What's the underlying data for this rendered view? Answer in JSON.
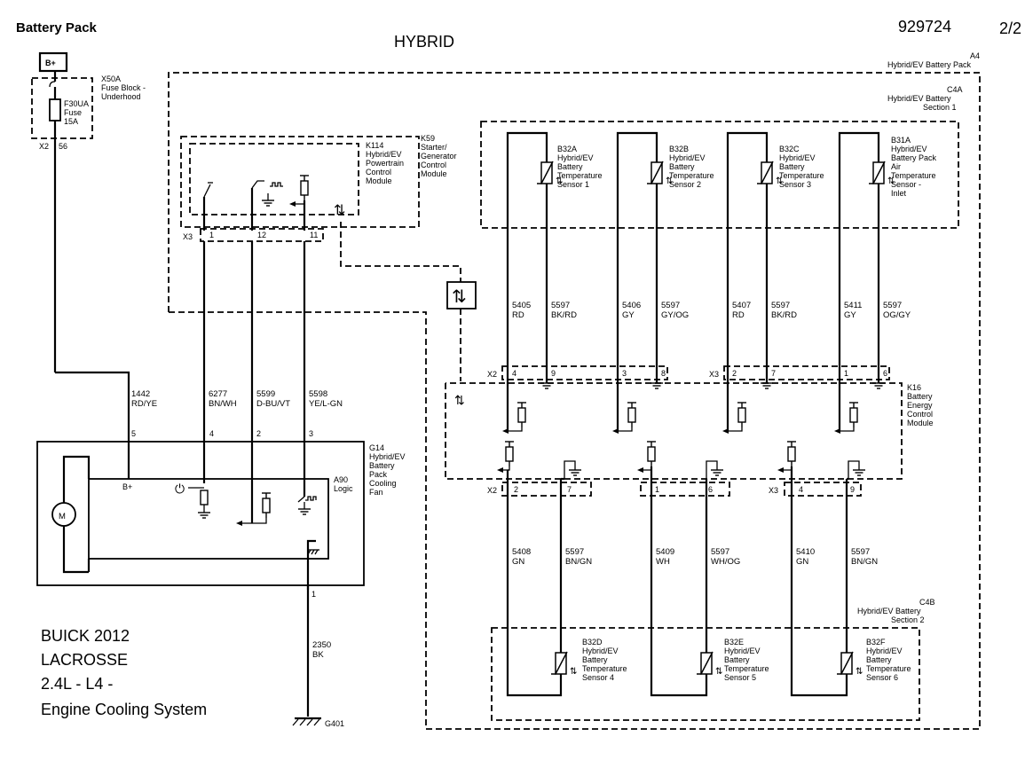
{
  "header": {
    "title": "Battery Pack",
    "center_label": "HYBRID",
    "doc_number": "929724",
    "page": "2/2"
  },
  "footer": {
    "line1": "BUICK 2012",
    "line2": "LACROSSE",
    "line3": "2.4L - L4 -",
    "line4": "Engine Cooling System"
  },
  "components": {
    "bplus_source": "B+",
    "x50a": {
      "id": "X50A",
      "name_line1": "Fuse Block -",
      "name_line2": "Underhood"
    },
    "f30ua": {
      "id": "F30UA",
      "name": "Fuse",
      "rating": "15A"
    },
    "x50a_conn": {
      "conn": "X2",
      "pin": "56"
    },
    "a4": {
      "id": "A4",
      "name": "Hybrid/EV Battery Pack"
    },
    "c4a": {
      "id": "C4A",
      "name_line1": "Hybrid/EV Battery",
      "name_line2": "Section 1"
    },
    "c4b": {
      "id": "C4B",
      "name_line1": "Hybrid/EV Battery",
      "name_line2": "Section 2"
    },
    "k114": {
      "id": "K114",
      "name_line1": "Hybrid/EV",
      "name_line2": "Powertrain",
      "name_line3": "Control",
      "name_line4": "Module"
    },
    "k59": {
      "id": "K59",
      "name_line1": "Starter/",
      "name_line2": "Generator",
      "name_line3": "Control",
      "name_line4": "Module"
    },
    "k114_conn": {
      "conn": "X3",
      "pin_a": "1",
      "pin_b": "12",
      "pin_c": "11"
    },
    "k16": {
      "id": "K16",
      "name_line1": "Battery",
      "name_line2": "Energy",
      "name_line3": "Control",
      "name_line4": "Module"
    },
    "g14": {
      "id": "G14",
      "name_line1": "Hybrid/EV",
      "name_line2": "Battery",
      "name_line3": "Pack",
      "name_line4": "Cooling",
      "name_line5": "Fan"
    },
    "a90": {
      "id": "A90",
      "name": "Logic",
      "bplus": "B+"
    },
    "motor": "M",
    "g14_pins": {
      "p5": "5",
      "p4": "4",
      "p2": "2",
      "p3": "3",
      "p1": "1"
    },
    "ground": "G401",
    "sensors": [
      {
        "id": "B32A",
        "l1": "Hybrid/EV",
        "l2": "Battery",
        "l3": "Temperature",
        "l4": "Sensor 1"
      },
      {
        "id": "B32B",
        "l1": "Hybrid/EV",
        "l2": "Battery",
        "l3": "Temperature",
        "l4": "Sensor 2"
      },
      {
        "id": "B32C",
        "l1": "Hybrid/EV",
        "l2": "Battery",
        "l3": "Temperature",
        "l4": "Sensor 3"
      },
      {
        "id": "B31A",
        "l1": "Hybrid/EV",
        "l2": "Battery Pack",
        "l3": "Air",
        "l4": "Temperature",
        "l5": "Sensor -",
        "l6": "Inlet"
      },
      {
        "id": "B32D",
        "l1": "Hybrid/EV",
        "l2": "Battery",
        "l3": "Temperature",
        "l4": "Sensor 4"
      },
      {
        "id": "B32E",
        "l1": "Hybrid/EV",
        "l2": "Battery",
        "l3": "Temperature",
        "l4": "Sensor 5"
      },
      {
        "id": "B32F",
        "l1": "Hybrid/EV",
        "l2": "Battery",
        "l3": "Temperature",
        "l4": "Sensor 6"
      }
    ]
  },
  "wires": {
    "w1442": {
      "circuit": "1442",
      "color": "RD/YE"
    },
    "w6277": {
      "circuit": "6277",
      "color": "BN/WH"
    },
    "w5599": {
      "circuit": "5599",
      "color": "D-BU/VT"
    },
    "w5598": {
      "circuit": "5598",
      "color": "YE/L-GN"
    },
    "w2350": {
      "circuit": "2350",
      "color": "BK"
    },
    "top": [
      {
        "circuit": "5405",
        "color": "RD"
      },
      {
        "circuit": "5597",
        "color": "BK/RD"
      },
      {
        "circuit": "5406",
        "color": "GY"
      },
      {
        "circuit": "5597",
        "color": "GY/OG"
      },
      {
        "circuit": "5407",
        "color": "RD"
      },
      {
        "circuit": "5597",
        "color": "BK/RD"
      },
      {
        "circuit": "5411",
        "color": "GY"
      },
      {
        "circuit": "5597",
        "color": "OG/GY"
      }
    ],
    "bottom": [
      {
        "circuit": "5408",
        "color": "GN"
      },
      {
        "circuit": "5597",
        "color": "BN/GN"
      },
      {
        "circuit": "5409",
        "color": "WH"
      },
      {
        "circuit": "5597",
        "color": "WH/OG"
      },
      {
        "circuit": "5410",
        "color": "GN"
      },
      {
        "circuit": "5597",
        "color": "BN/GN"
      }
    ]
  },
  "k16_connectors": {
    "top_left": {
      "conn": "X2",
      "pins": [
        "4",
        "9",
        "3",
        "8"
      ]
    },
    "top_right": {
      "conn": "X3",
      "pins": [
        "2",
        "7",
        "1",
        "6"
      ]
    },
    "bottom_left": {
      "conn": "X2",
      "pins": [
        "2",
        "7",
        "1",
        "6"
      ]
    },
    "bottom_right": {
      "conn": "X3",
      "pins": [
        "4",
        "9"
      ]
    }
  }
}
